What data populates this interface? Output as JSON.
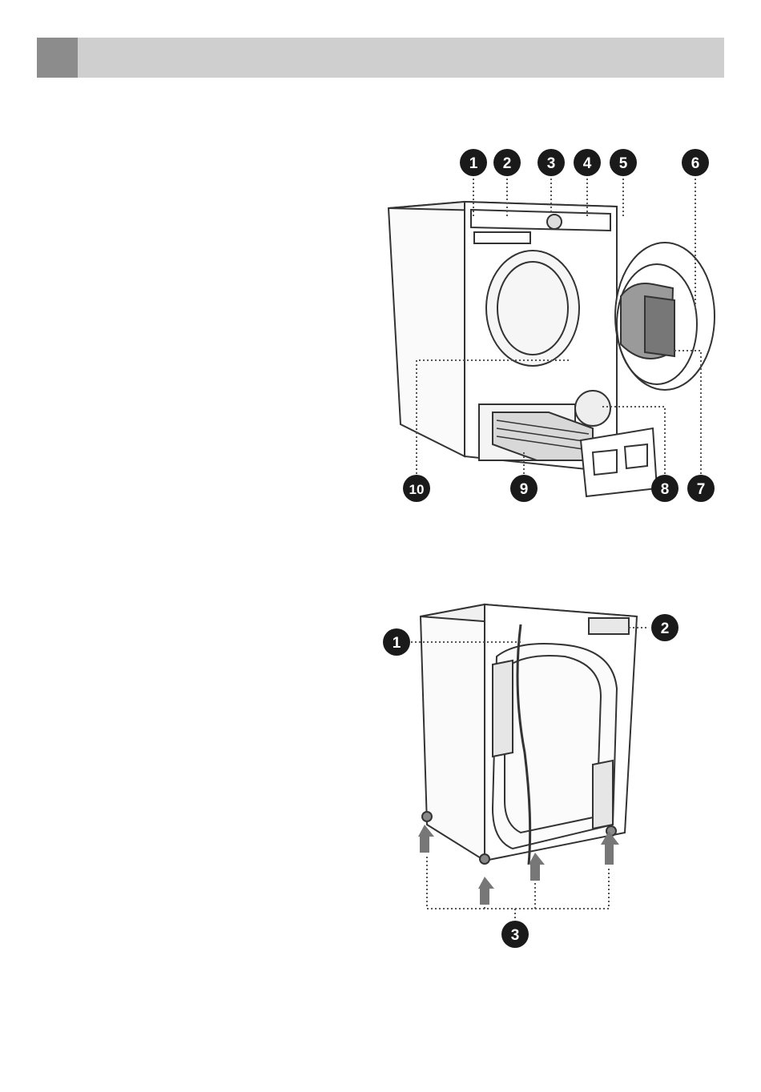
{
  "header": {
    "section_number": "",
    "title": ""
  },
  "front_figure": {
    "callouts": [
      "1",
      "2",
      "3",
      "4",
      "5",
      "6",
      "7",
      "8",
      "9",
      "10"
    ]
  },
  "back_figure": {
    "callouts": [
      "1",
      "2",
      "3"
    ]
  },
  "colors": {
    "header_bar": "#cfcfcf",
    "header_tab": "#8c8c8c",
    "callout": "#1a1a1a"
  }
}
